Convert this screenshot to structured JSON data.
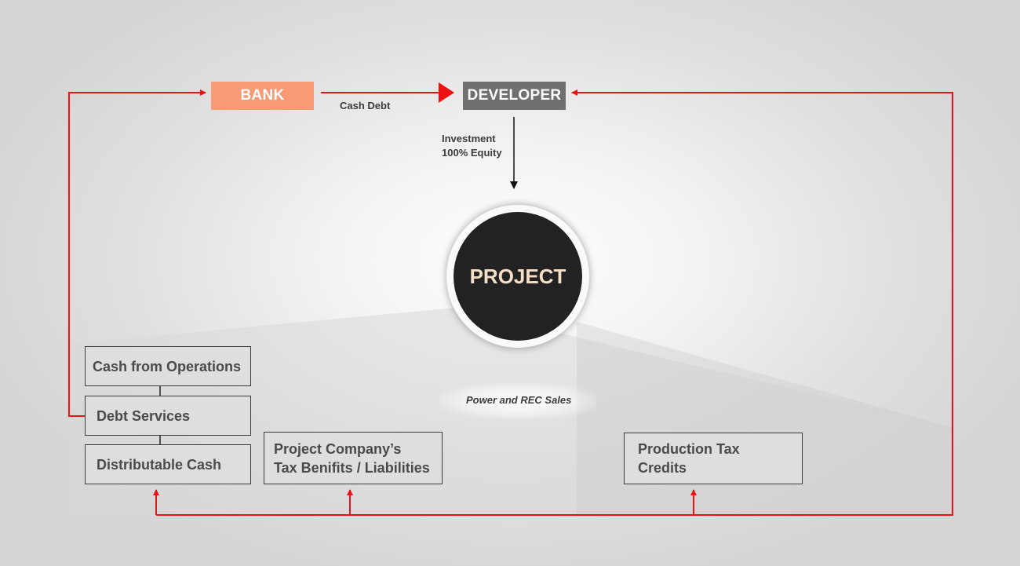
{
  "nodes": {
    "bank": "BANK",
    "developer": "DEVELOPER",
    "project": "PROJECT",
    "cash_from_operations": "Cash from Operations",
    "debt_services": "Debt Services",
    "distributable_cash": "Distributable Cash",
    "tax_benefits": "Project Company’s\nTax Benifits / Liabilities",
    "production_tax_credits": "Production Tax\nCredits"
  },
  "edges": {
    "cash_debt": "Cash Debt",
    "investment_line1": "Investment",
    "investment_line2": "100% Equity",
    "power_rec_sales": "Power and REC Sales"
  },
  "colors": {
    "bank": "#f89a76",
    "developer": "#707070",
    "flow_red": "#ee1111",
    "project_circle": "#222222",
    "project_text": "#f6dfc9"
  }
}
